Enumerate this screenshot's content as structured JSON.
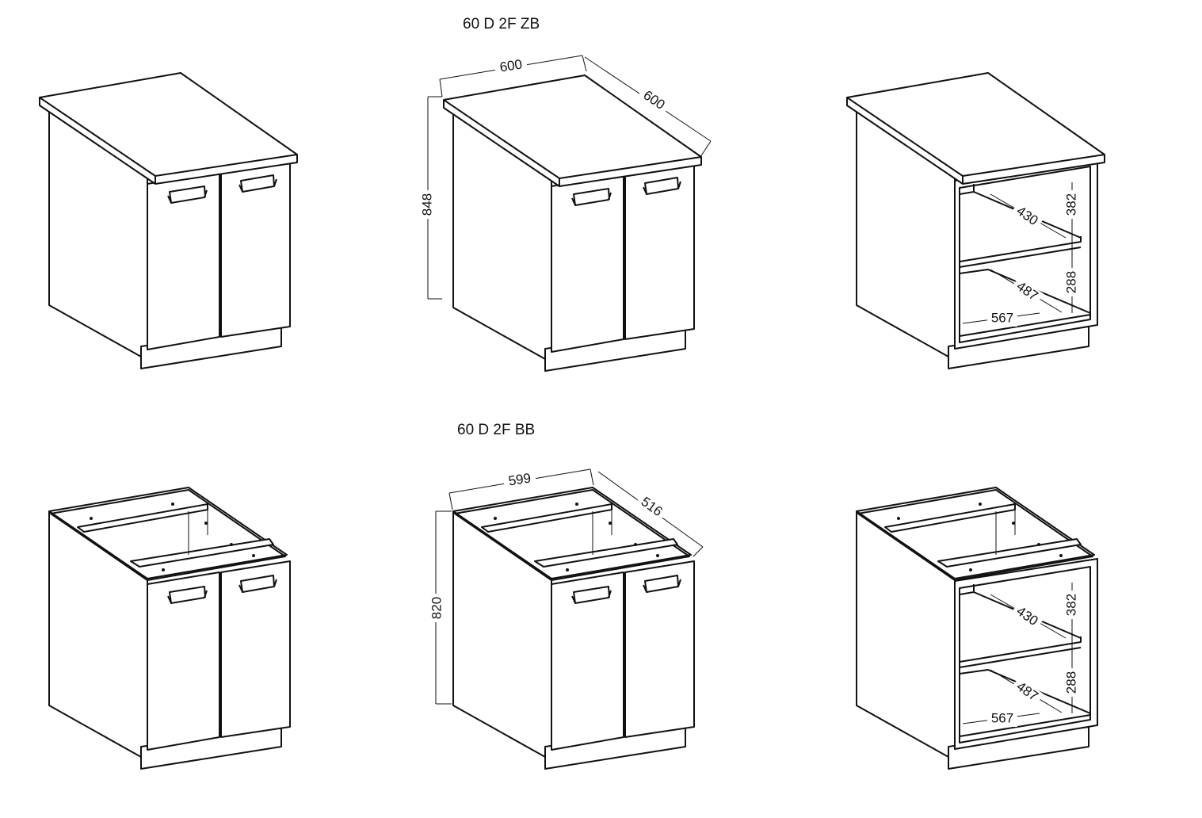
{
  "titles": {
    "top": "60 D 2F ZB",
    "bottom": "60 D 2F BB"
  },
  "top_row": {
    "width": "600",
    "depth": "600",
    "height": "848"
  },
  "bottom_row": {
    "width": "599",
    "depth": "516",
    "height": "820"
  },
  "interior": {
    "upper_depth": "430",
    "upper_height": "382",
    "lower_depth": "487",
    "lower_height": "288",
    "inner_width": "567"
  }
}
